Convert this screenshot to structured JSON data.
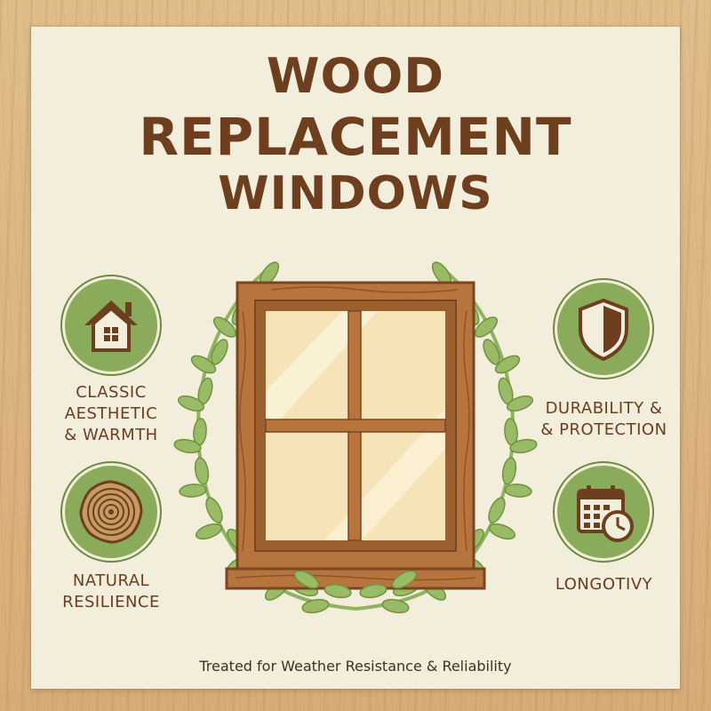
{
  "title": {
    "line1": "WOOD",
    "line2": "REPLACEMENT",
    "line3": "WINDOWS"
  },
  "features": {
    "classic": {
      "line1": "CLASSIC",
      "line2": "AESTHETIC",
      "line3": "& WARMTH",
      "icon": "house-icon"
    },
    "natural": {
      "line1": "NATURAL",
      "line2": "RESILIENCE",
      "icon": "tree-rings-icon"
    },
    "durability": {
      "line1": "DURABILITY &",
      "line2": "& PROTECTION",
      "icon": "shield-icon"
    },
    "longevity": {
      "line1": "LONGOTIVY",
      "icon": "calendar-clock-icon"
    }
  },
  "center_art": {
    "icon": "wood-window-with-laurel"
  },
  "footer": "Treated for Weather Resistance & Reliability",
  "colors": {
    "brown_text": "#6d3f1f",
    "badge_green": "#8aab5a",
    "leaf_green": "#8fb35e",
    "panel": "#f3eddc",
    "wood": "#b7743c"
  }
}
